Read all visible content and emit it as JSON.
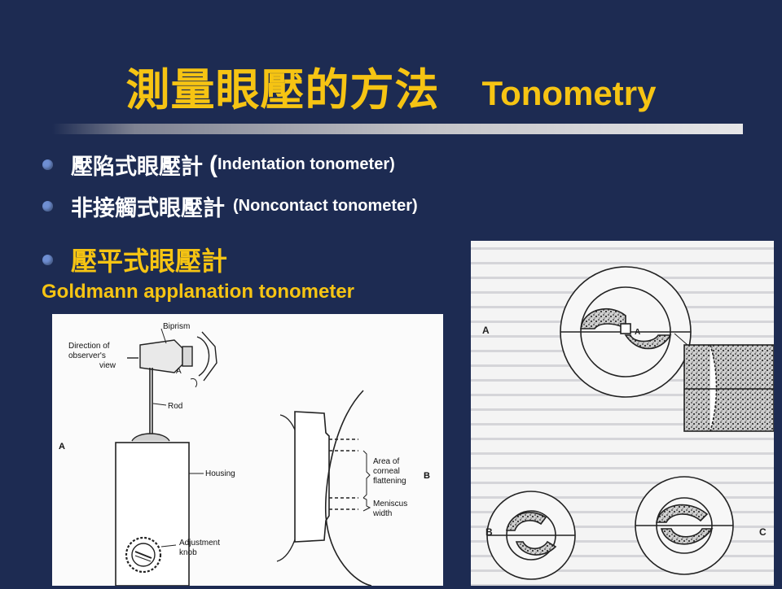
{
  "title": {
    "zh": "測量眼壓的方法",
    "en": "Tonometry"
  },
  "bullets": [
    {
      "zh": "壓陷式眼壓計",
      "open_paren": "(",
      "en": "Indentation tonometer)"
    },
    {
      "zh": "非接觸式眼壓計",
      "en": "(Noncontact tonometer)"
    },
    {
      "zh": "壓平式眼壓計"
    }
  ],
  "subtitle": "Goldmann applanation tonometer",
  "figure1": {
    "labels": {
      "biprism": "Biprism",
      "direction1": "Direction of",
      "direction2": "observer's",
      "direction3": "view",
      "eye_a": "A",
      "rod": "Rod",
      "panel_a": "A",
      "housing": "Housing",
      "adjust1": "Adjustment",
      "adjust2": "knob",
      "area1": "Area of",
      "area2": "corneal",
      "area3": "flattening",
      "panel_b": "B",
      "meniscus1": "Meniscus",
      "meniscus2": "width"
    }
  },
  "figure2": {
    "labels": {
      "a": "A",
      "a_inner": "A",
      "b": "B",
      "c": "C"
    }
  },
  "colors": {
    "background": "#1d2b52",
    "accent": "#f6c413",
    "bullet": "#6f8fd3"
  }
}
